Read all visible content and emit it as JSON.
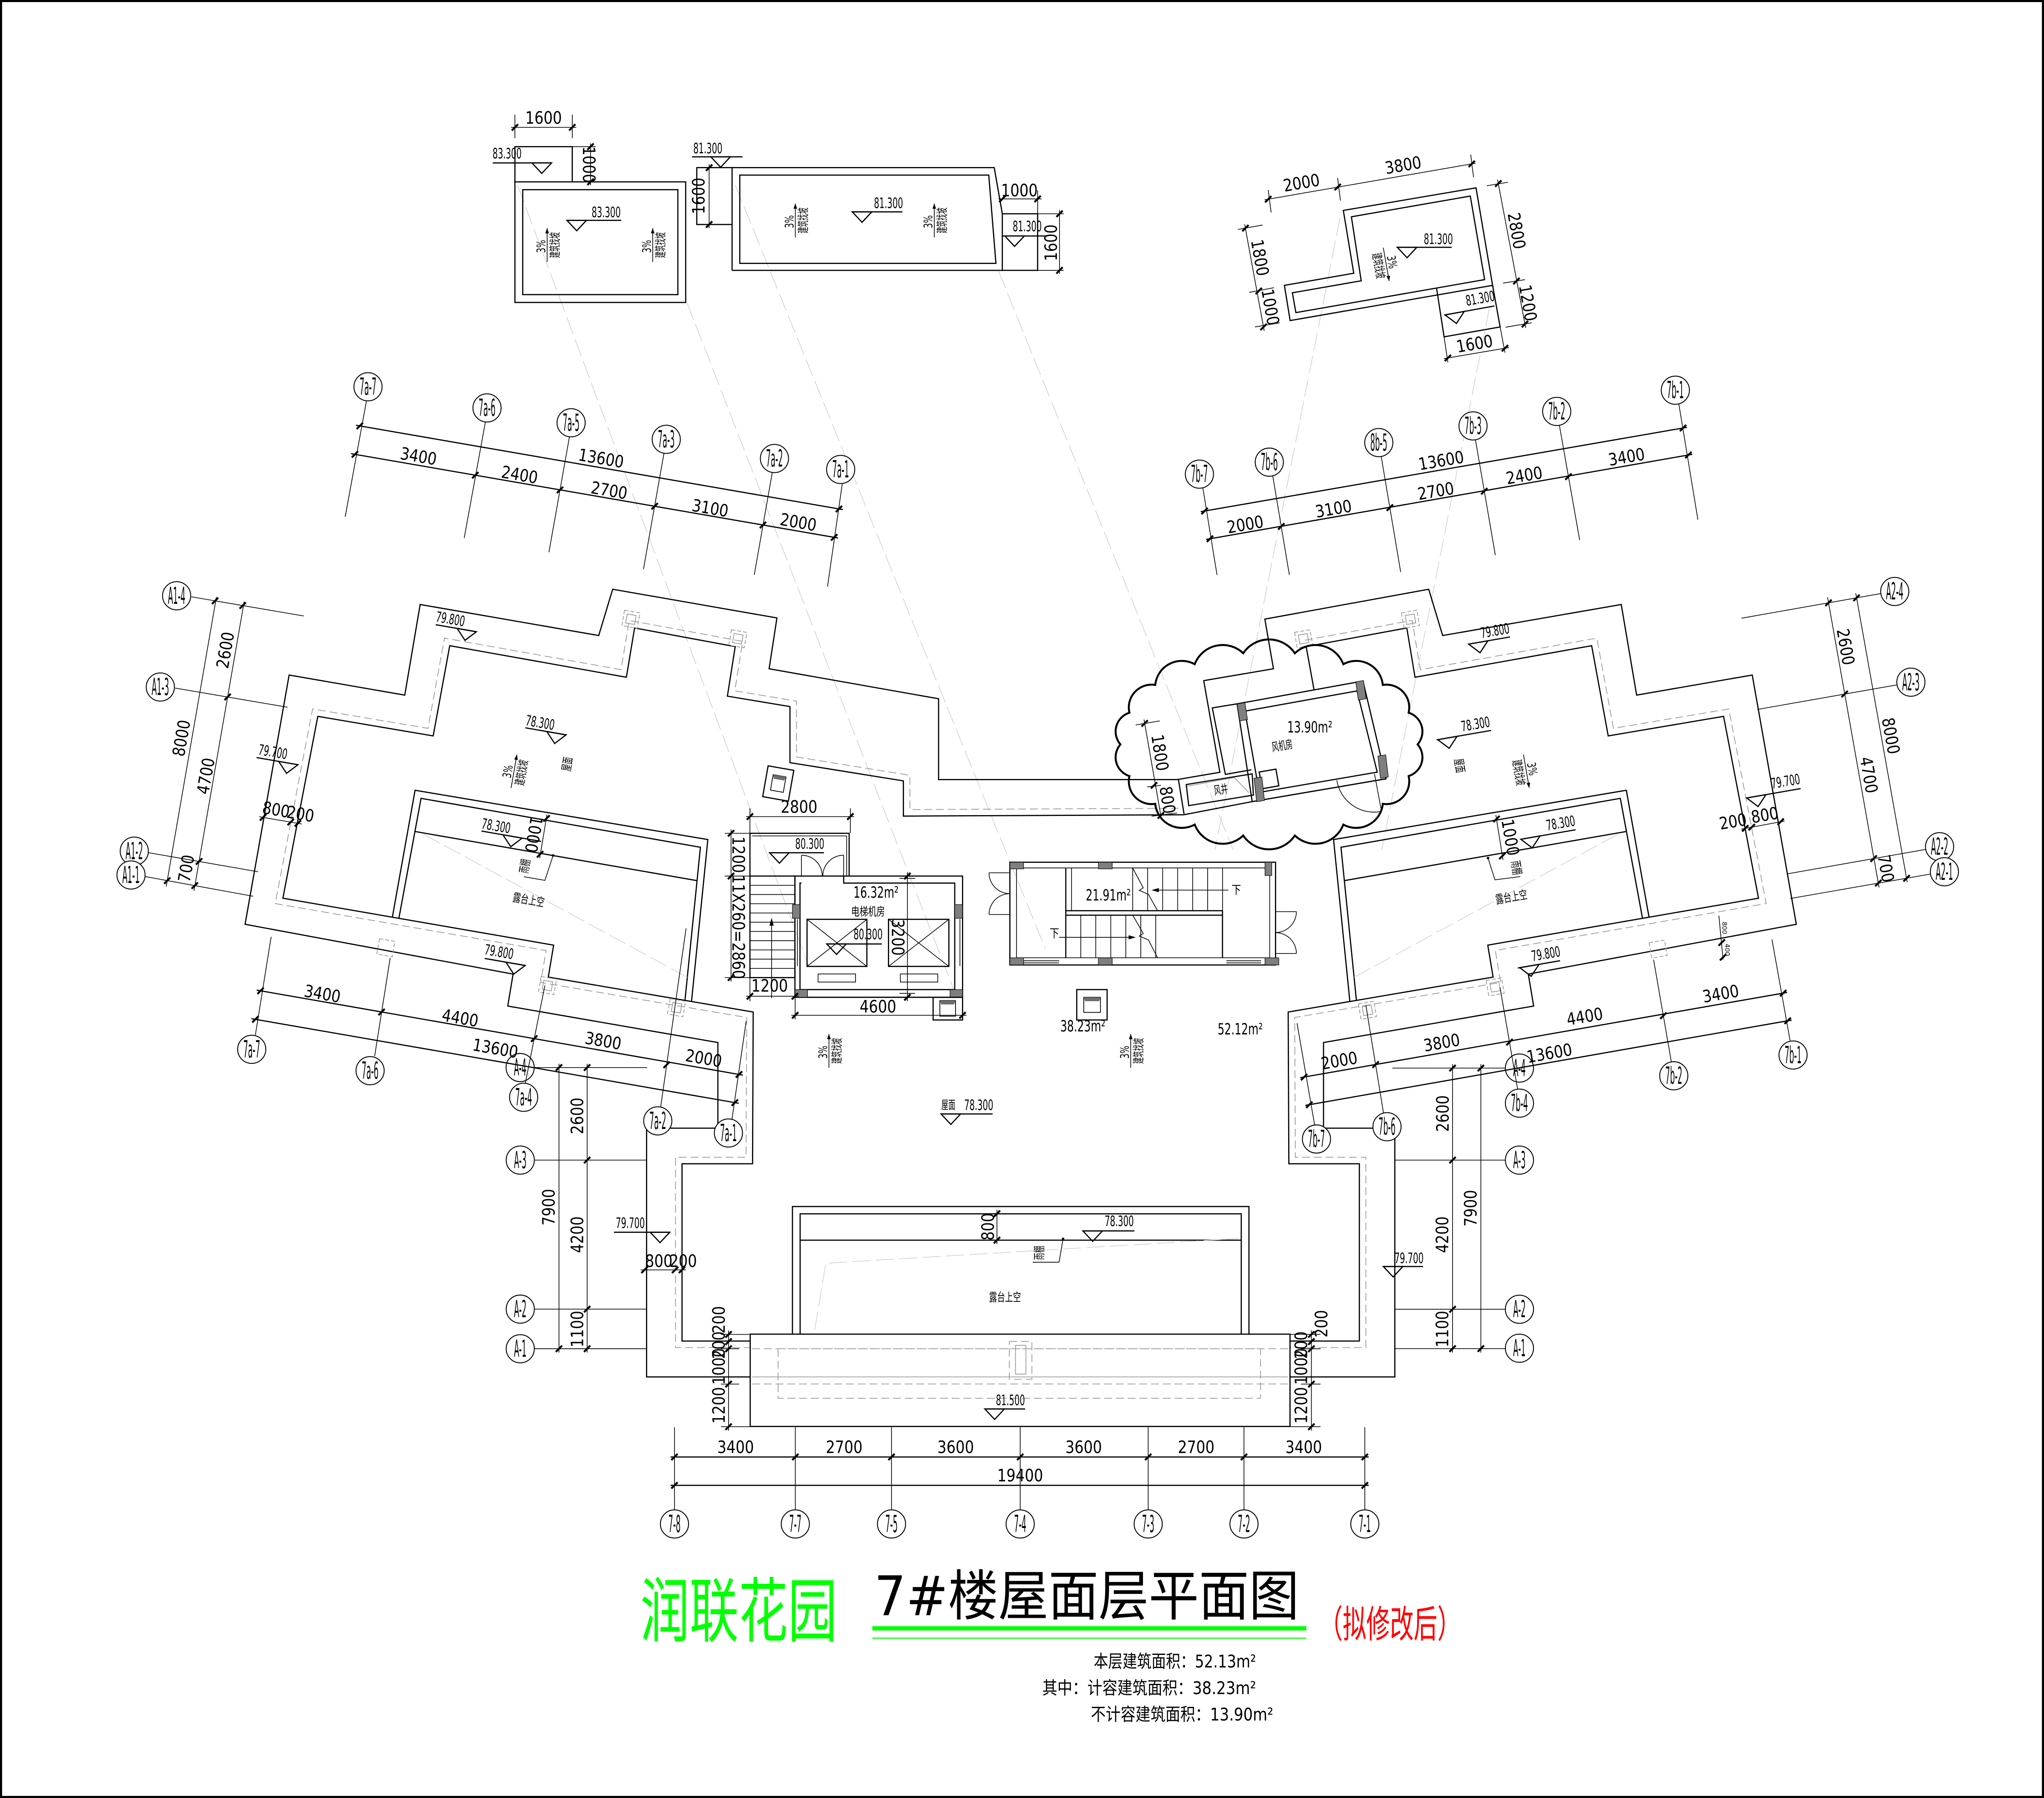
{
  "title_block": {
    "project_name": "润联花园",
    "drawing_title": "7#楼屋面层平面图",
    "revision_note": "（拟修改后）",
    "area_total": "本层建筑面积：52.13m²",
    "area_counted": "其中：计容建筑面积：38.23m²",
    "area_not_counted": "不计容建筑面积：13.90m²"
  },
  "colors": {
    "project_name": "#00ff00",
    "title_underline": "#00ff00",
    "revision_note": "#ff0000",
    "drawing_title": "#000000",
    "linework": "#000000",
    "hidden_lines": "#9b9b9b",
    "columns": "#7f7f7f"
  },
  "notes": {
    "slope_percent": "3%",
    "slope_text": "建筑找坡",
    "roof": "屋面",
    "canopy": "雨棚",
    "terrace_void": "露台上空",
    "down": "下"
  },
  "rooftop_tanks": {
    "tank_a": {
      "width": "1600",
      "step": "1000",
      "elev_step": "83.300",
      "elev_top": "83.300"
    },
    "tank_b": {
      "elev_step": "81.300",
      "step_depth": "1600",
      "elev_top": "81.300",
      "annex_offset": "1000",
      "elev_annex": "81.300",
      "annex_depth": "1600"
    },
    "tank_c": {
      "top_spans": [
        "2000",
        "3800"
      ],
      "right_spans": [
        "2800",
        "1200"
      ],
      "left_spans": [
        "1800",
        "1000"
      ],
      "annex_width": "1600",
      "elev_top": "81.300",
      "elev_annex": "81.300"
    }
  },
  "grids": {
    "top_left": {
      "axes": [
        "7a-7",
        "7a-6",
        "7a-5",
        "7a-3",
        "7a-2",
        "7a-1"
      ],
      "spans": [
        "3400",
        "2400",
        "2700",
        "3100",
        "2000"
      ],
      "total": "13600"
    },
    "top_right": {
      "axes": [
        "7b-7",
        "7b-6",
        "8b-5",
        "7b-3",
        "7b-2",
        "7b-1"
      ],
      "spans": [
        "2000",
        "3100",
        "2700",
        "2400",
        "3400"
      ],
      "total": "13600"
    },
    "left_wing": {
      "axes": [
        "A1-4",
        "A1-3",
        "A1-2",
        "A1-1"
      ],
      "spans": [
        "2600",
        "4700",
        "700"
      ],
      "total": "8000"
    },
    "right_wing": {
      "axes": [
        "A2-4",
        "A2-3",
        "A2-2",
        "A2-1"
      ],
      "spans": [
        "2600",
        "4700",
        "700"
      ],
      "total": "8000"
    },
    "bottom_left": {
      "axes": [
        "7a-7",
        "7a-6",
        "7a-4",
        "7a-2",
        "7a-1"
      ],
      "spans": [
        "3400",
        "4400",
        "3800",
        "2000"
      ],
      "total": "13600"
    },
    "bottom_right": {
      "axes": [
        "7b-7",
        "7b-6",
        "7b-4",
        "7b-2",
        "7b-1"
      ],
      "spans": [
        "2000",
        "3800",
        "4400",
        "3400"
      ],
      "total": "13600"
    },
    "center_left": {
      "axes": [
        "A-4",
        "A-3",
        "A-2",
        "A-1"
      ],
      "spans": [
        "2600",
        "4200",
        "1100"
      ],
      "total": "7900"
    },
    "center_right": {
      "axes": [
        "A-4",
        "A-3",
        "A-2",
        "A-1"
      ],
      "spans": [
        "2600",
        "4200",
        "1100"
      ],
      "total": "7900"
    },
    "bottom": {
      "axes": [
        "7-8",
        "7-7",
        "7-5",
        "7-4",
        "7-3",
        "7-2",
        "7-1"
      ],
      "spans": [
        "3400",
        "2700",
        "3600",
        "3600",
        "2700",
        "3400"
      ],
      "total": "19400"
    }
  },
  "left_wing": {
    "elev_parapet_top": "79.800",
    "elev_roof": "78.300",
    "elev_parapet_side": "79.700",
    "elev_parapet_bottom": "79.800",
    "elev_canopy": "78.300",
    "parapet_dims": [
      "800",
      "200"
    ],
    "canopy_depth": "1000"
  },
  "right_wing": {
    "elev_parapet_top": "79.800",
    "elev_roof": "78.300",
    "elev_parapet_side": "79.700",
    "elev_parapet_bottom": "79.800",
    "elev_canopy": "78.300",
    "parapet_dims": [
      "200",
      "800"
    ],
    "canopy_depth": "1000",
    "small_dims": [
      "800",
      "400"
    ]
  },
  "core": {
    "stair_landing_elev": "80.300",
    "machine_room_elev": "80.300",
    "machine_room_name": "电梯机房",
    "machine_room_area": "16.32m²",
    "landing_width": "2800",
    "landing_depth": "1200",
    "flight": "11X260=2860",
    "stair_width": "1200",
    "room_width": "4600",
    "shaft_depth": "3200",
    "stair_area": "21.91m²"
  },
  "fan_room": {
    "name": "风机房",
    "shaft_name": "风井",
    "area": "13.90m²",
    "dims": [
      "1800",
      "800"
    ]
  },
  "center_roof": {
    "counted_area": "38.23m²",
    "total_area": "52.12m²",
    "elev_roof": "78.300",
    "canopy_depth": "800",
    "canopy_elev": "78.300",
    "entrance_elev": "81.500",
    "left_parapet_elev": "79.700",
    "left_parapet_dims": [
      "800",
      "200"
    ],
    "right_parapet_elev": "79.700",
    "entrance_left_dims": [
      "200",
      "200",
      "1000",
      "1200"
    ],
    "entrance_right_dims": [
      "200",
      "200",
      "1000",
      "1200"
    ]
  }
}
